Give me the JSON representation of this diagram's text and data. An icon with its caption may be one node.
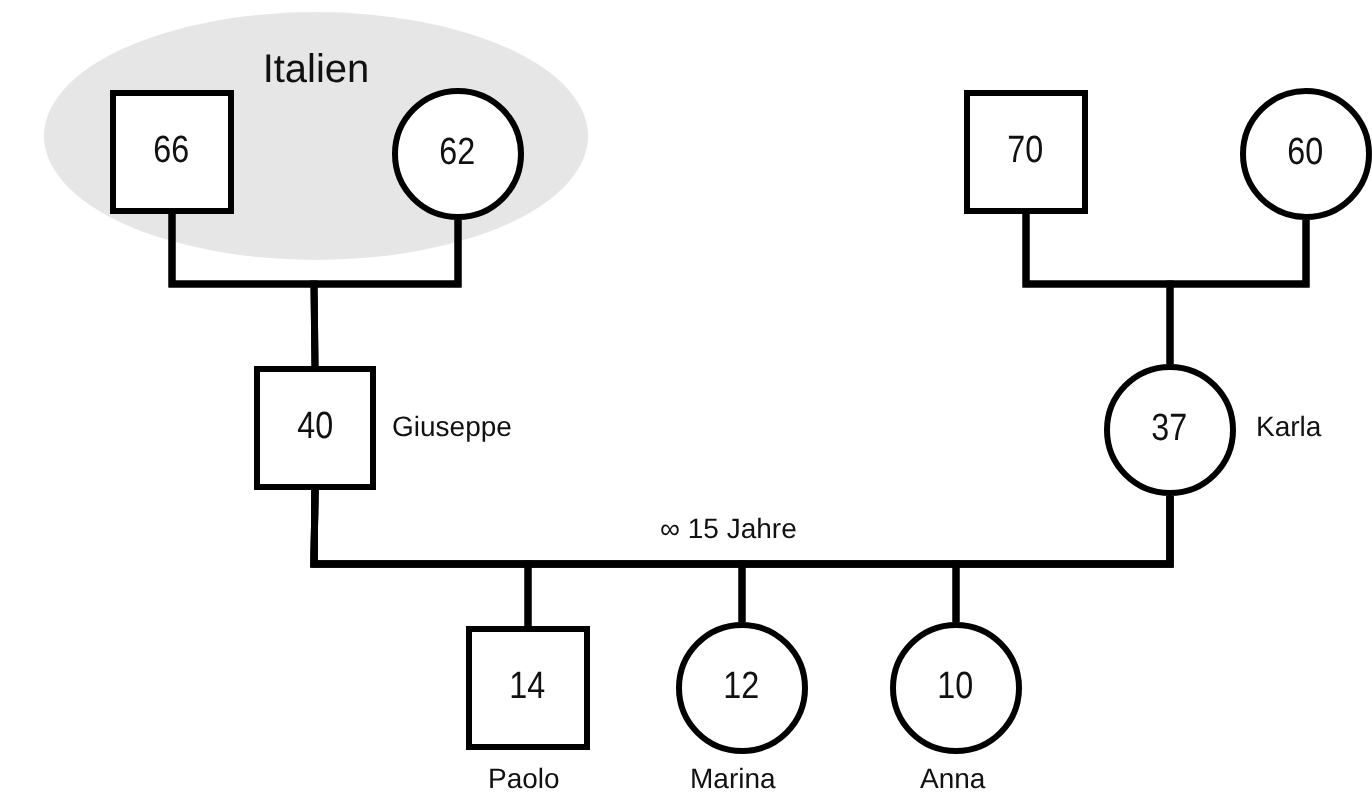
{
  "diagram": {
    "nodes": [
      {
        "text": [
          "Italien"
        ]
      },
      {
        "text": [
          "66"
        ],
        "in": 0
      },
      {
        "text": [
          "62"
        ],
        "in": 0
      },
      {
        "text": [
          "70"
        ]
      },
      {
        "text": [
          "60"
        ]
      },
      {
        "text": [
          "40"
        ],
        "beside": [
          "Giuseppe"
        ]
      },
      {
        "text": [
          "37"
        ],
        "beside": [
          "Karla"
        ]
      },
      {
        "text": [
          "14"
        ],
        "beside": [
          "Paolo"
        ]
      },
      {
        "text": [
          "12"
        ],
        "beside": [
          "Marina"
        ]
      },
      {
        "text": [
          "10"
        ],
        "beside": [
          "Anna"
        ]
      }
    ],
    "edges": [
      {
        "from": 1,
        "to": 2,
        "arrow": "none"
      },
      {
        "from": 1,
        "to": 5,
        "arrow": "none"
      },
      {
        "from": 2,
        "to": 5,
        "arrow": "none"
      },
      {
        "from": 3,
        "to": 4,
        "arrow": "none"
      },
      {
        "from": 3,
        "to": 6,
        "arrow": "none"
      },
      {
        "from": 4,
        "to": 6,
        "arrow": "none"
      },
      {
        "from": 5,
        "to": 6,
        "arrow": "none",
        "label": "∞ 15 Jahre"
      },
      {
        "from": 5,
        "to": 7,
        "arrow": "none"
      },
      {
        "from": 5,
        "to": 8,
        "arrow": "none"
      },
      {
        "from": 5,
        "to": 9,
        "arrow": "none"
      },
      {
        "from": 6,
        "to": 7,
        "arrow": "none"
      },
      {
        "from": 6,
        "to": 8,
        "arrow": "none"
      },
      {
        "from": 6,
        "to": 9,
        "arrow": "none"
      }
    ]
  }
}
